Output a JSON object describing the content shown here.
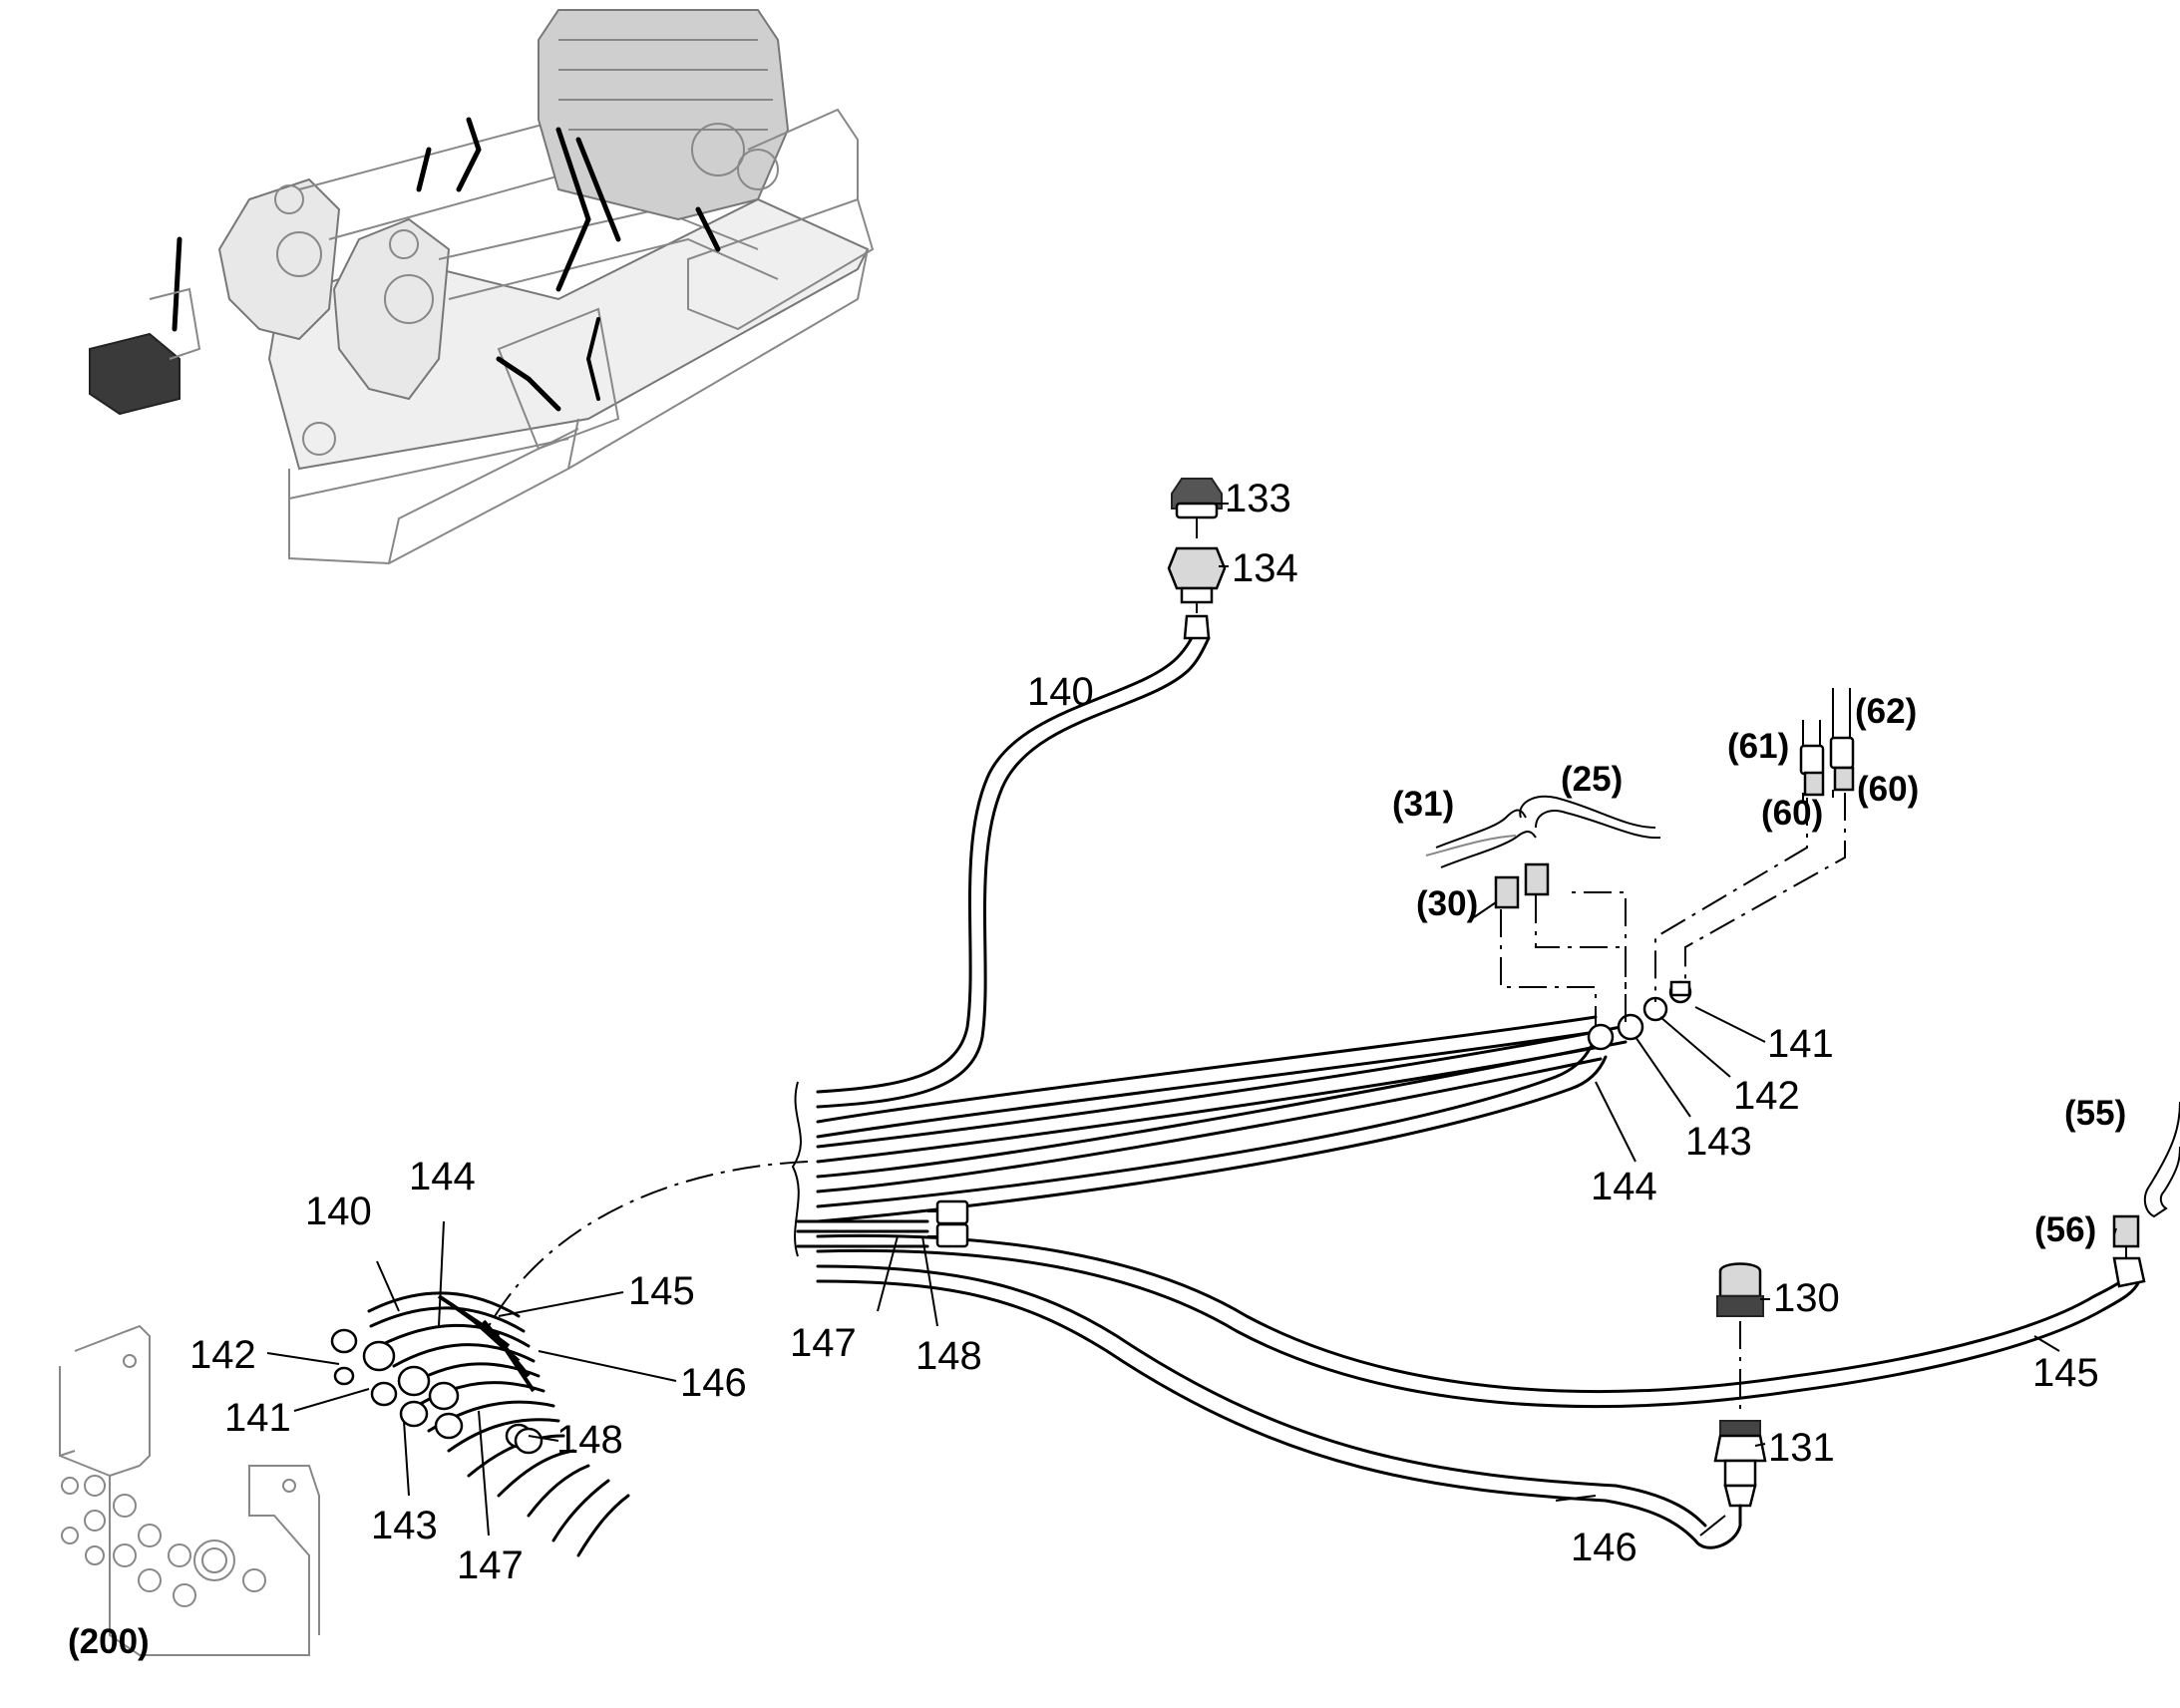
{
  "callouts": {
    "p133": "133",
    "p134": "134",
    "p140a": "140",
    "p140b": "140",
    "p141a": "141",
    "p141b": "141",
    "p142a": "142",
    "p142b": "142",
    "p143a": "143",
    "p143b": "143",
    "p144a": "144",
    "p144b": "144",
    "p145a": "145",
    "p145b": "145",
    "p146a": "146",
    "p146b": "146",
    "p147a": "147",
    "p147b": "147",
    "p148a": "148",
    "p148b": "148",
    "p130": "130",
    "p131": "131"
  },
  "references": {
    "r25": "(25)",
    "r30": "(30)",
    "r31": "(31)",
    "r55": "(55)",
    "r56": "(56)",
    "r60a": "(60)",
    "r60b": "(60)",
    "r61": "(61)",
    "r62": "(62)",
    "r200": "(200)"
  }
}
